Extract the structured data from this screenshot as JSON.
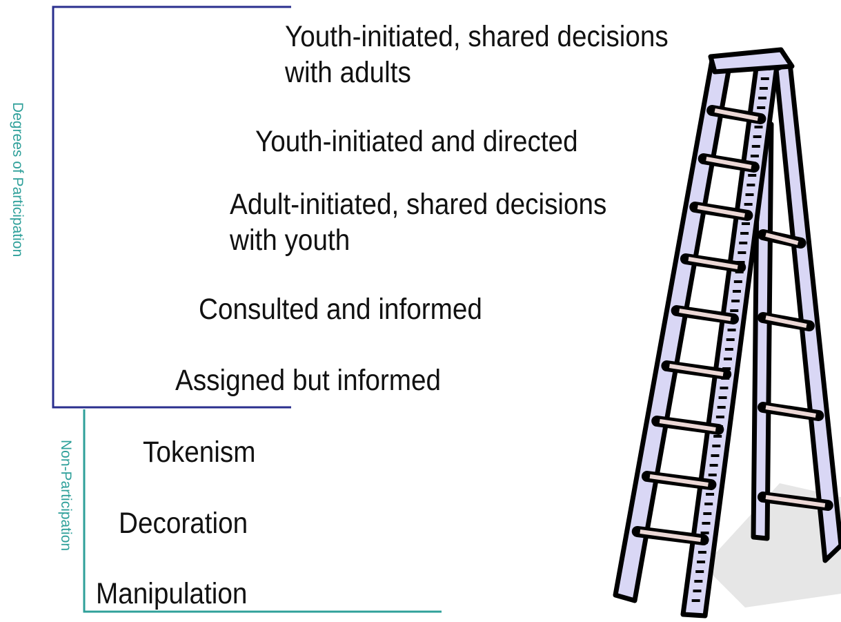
{
  "colors": {
    "participation_bracket": "#2a2f8e",
    "non_participation_bracket": "#2fa09a",
    "label_text": "#2fa09a",
    "rung_text": "#111111",
    "ladder_rail": "#d9d7f5",
    "ladder_rung": "#ecd8d6",
    "ladder_outline": "#000000",
    "shadow": "#e6e6e6"
  },
  "groups": {
    "participation": {
      "label": "Degrees of Participation"
    },
    "non_participation": {
      "label": "Non-Participation"
    }
  },
  "rungs": [
    {
      "line1": "Youth-initiated, shared decisions",
      "line2": "with adults"
    },
    {
      "line1": "Youth-initiated and directed"
    },
    {
      "line1": "Adult-initiated, shared decisions",
      "line2": "with youth"
    },
    {
      "line1": "Consulted and informed"
    },
    {
      "line1": "Assigned but informed"
    },
    {
      "line1": "Tokenism"
    },
    {
      "line1": "Decoration"
    },
    {
      "line1": "Manipulation"
    }
  ],
  "illustration": {
    "icon": "stepladder-icon"
  }
}
